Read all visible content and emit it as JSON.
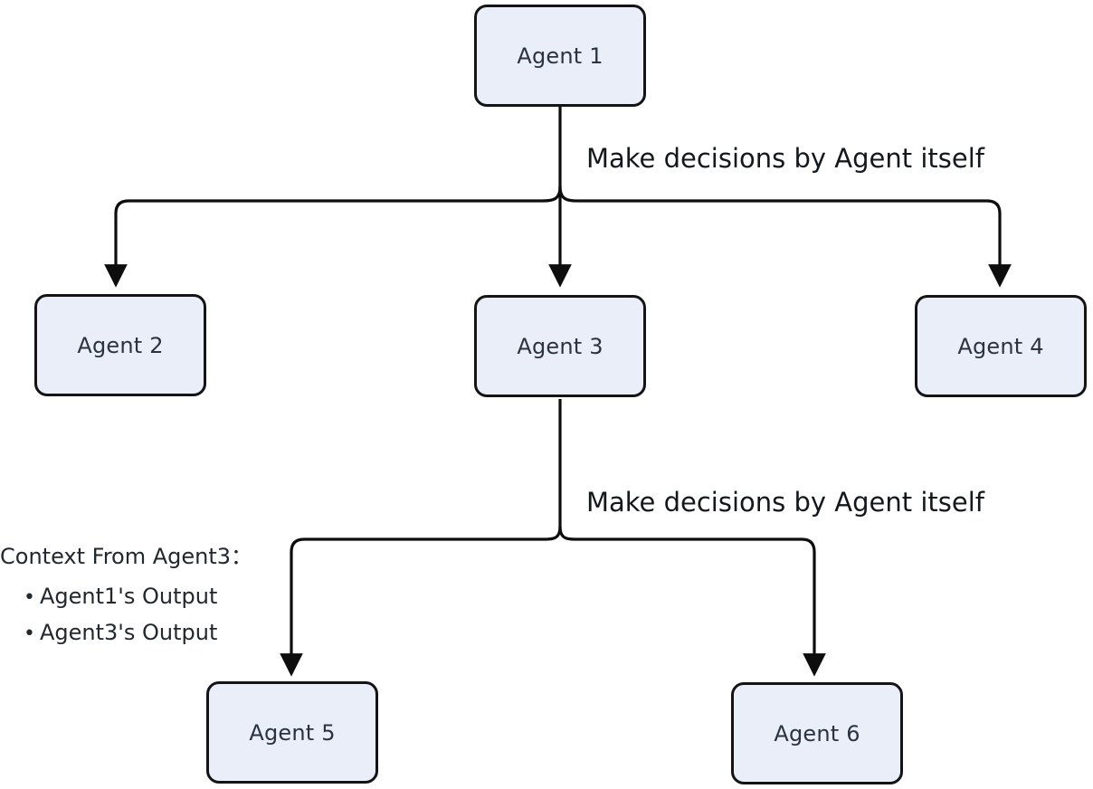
{
  "diagram": {
    "nodes": [
      {
        "id": "agent1",
        "label": "Agent 1"
      },
      {
        "id": "agent2",
        "label": "Agent 2"
      },
      {
        "id": "agent3",
        "label": "Agent 3"
      },
      {
        "id": "agent4",
        "label": "Agent 4"
      },
      {
        "id": "agent5",
        "label": "Agent 5"
      },
      {
        "id": "agent6",
        "label": "Agent 6"
      }
    ],
    "edge_labels": [
      {
        "text": "Make decisions by Agent itself"
      },
      {
        "text": "Make decisions by Agent itself"
      }
    ],
    "context_note": {
      "title": "Context From Agent3：",
      "bullet_icon": "•",
      "bullets": [
        "Agent1's Output",
        "Agent3's Output"
      ]
    },
    "colors": {
      "node_fill": "#e9eef9",
      "node_border": "#141414",
      "line": "#0d0d0d",
      "node_text": "#2b3240",
      "label_text": "#14181d",
      "background": "#ffffff"
    }
  }
}
